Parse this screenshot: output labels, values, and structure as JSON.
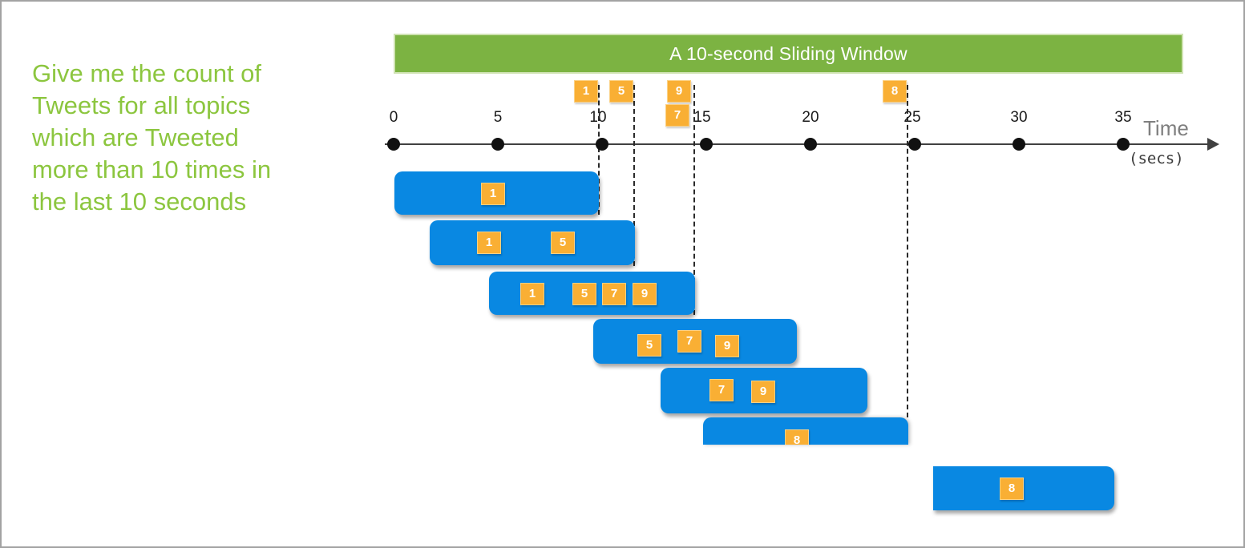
{
  "query": {
    "text": "Give me the count of\nTweets for all topics\nwhich are Tweeted\nmore than 10 times in\nthe last 10 seconds"
  },
  "banner": {
    "label": "A 10-second Sliding Window"
  },
  "timeline": {
    "ticks": [
      "0",
      "5",
      "10",
      "15",
      "20",
      "25",
      "30",
      "35"
    ],
    "axis_label": "Time",
    "axis_unit": "(secs)"
  },
  "incoming_events": [
    "1",
    "5",
    "9",
    "7",
    "8"
  ],
  "windows": [
    {
      "events": [
        "1"
      ]
    },
    {
      "events": [
        "1",
        "5"
      ]
    },
    {
      "events": [
        "1",
        "5",
        "7",
        "9"
      ]
    },
    {
      "events": [
        "5",
        "7",
        "9"
      ]
    },
    {
      "events": [
        "7",
        "9"
      ]
    },
    {
      "events": [
        "8"
      ]
    },
    {
      "events": [
        "8"
      ]
    }
  ],
  "colors": {
    "window_blue": "#0988E2",
    "event_orange": "#F9AF34",
    "banner_green": "#7CB342",
    "query_green": "#8CC63F"
  }
}
